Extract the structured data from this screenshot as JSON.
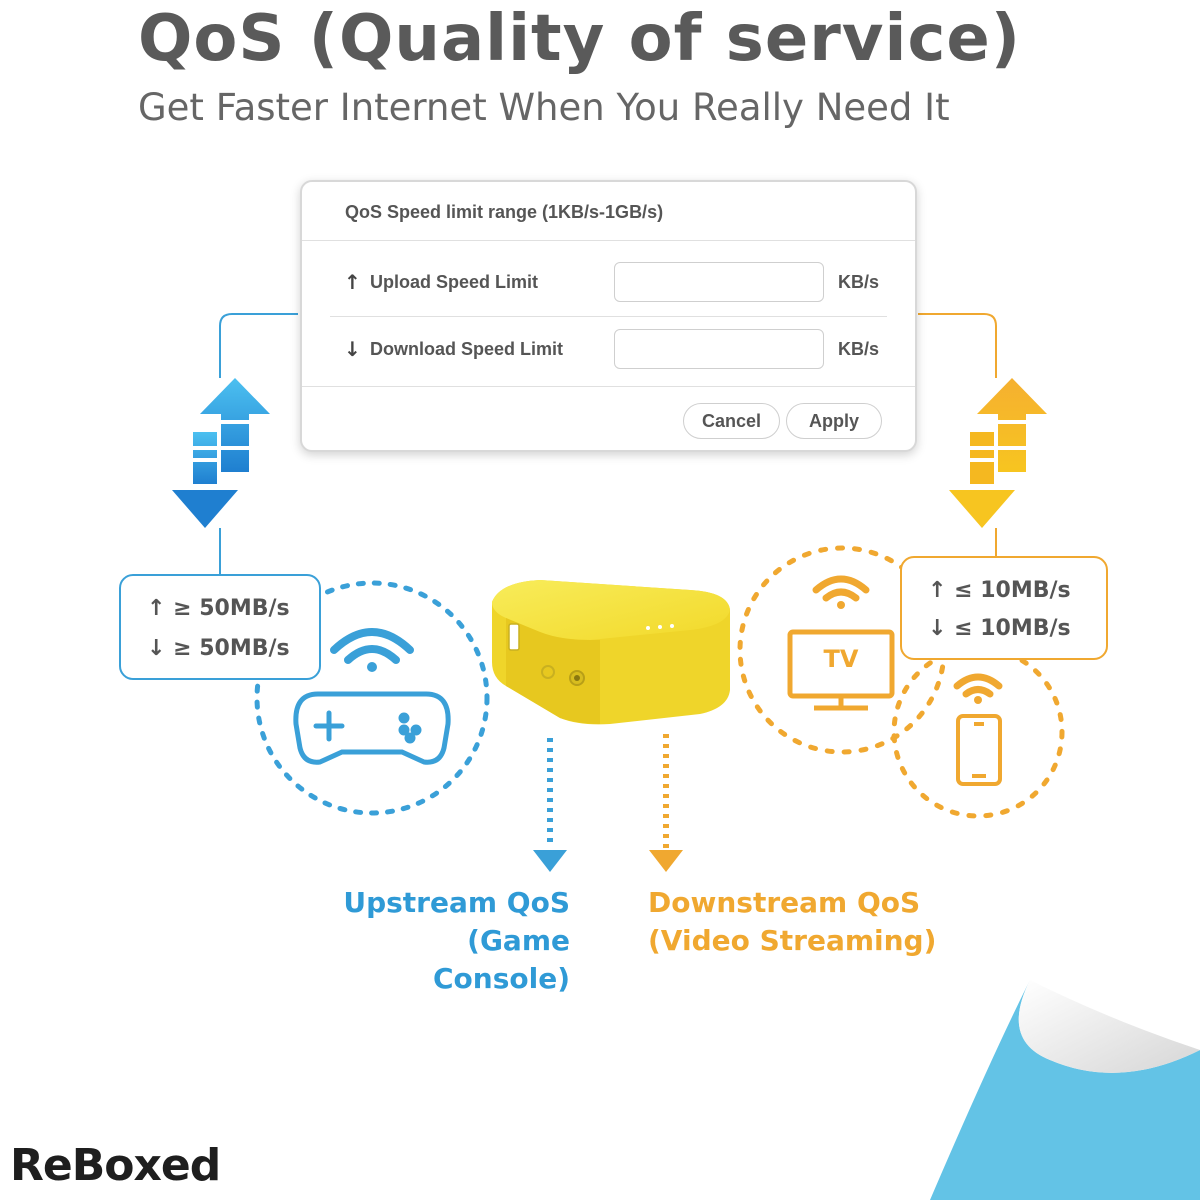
{
  "header": {
    "title": "QoS (Quality of service)",
    "subtitle": "Get Faster Internet When You Really Need It"
  },
  "dialog": {
    "title": "QoS Speed limit range (1KB/s-1GB/s)",
    "upload_label": "Upload Speed Limit",
    "download_label": "Download Speed Limit",
    "upload_value": "",
    "download_value": "",
    "unit": "KB/s",
    "cancel_label": "Cancel",
    "apply_label": "Apply"
  },
  "upstream": {
    "up_speed": "≥ 50MB/s",
    "down_speed": "≥ 50MB/s",
    "label_line1": "Upstream QoS",
    "label_line2": "(Game Console)",
    "color": "#2f9ad6"
  },
  "downstream": {
    "up_speed": "≤ 10MB/s",
    "down_speed": "≤ 10MB/s",
    "label_line1": "Downstream QoS",
    "label_line2": "(Video Streaming)",
    "color": "#f0a830"
  },
  "tv_label": "TV",
  "brand": "ReBoxed",
  "icons": {
    "up_arrow": "↑",
    "down_arrow": "↓"
  }
}
